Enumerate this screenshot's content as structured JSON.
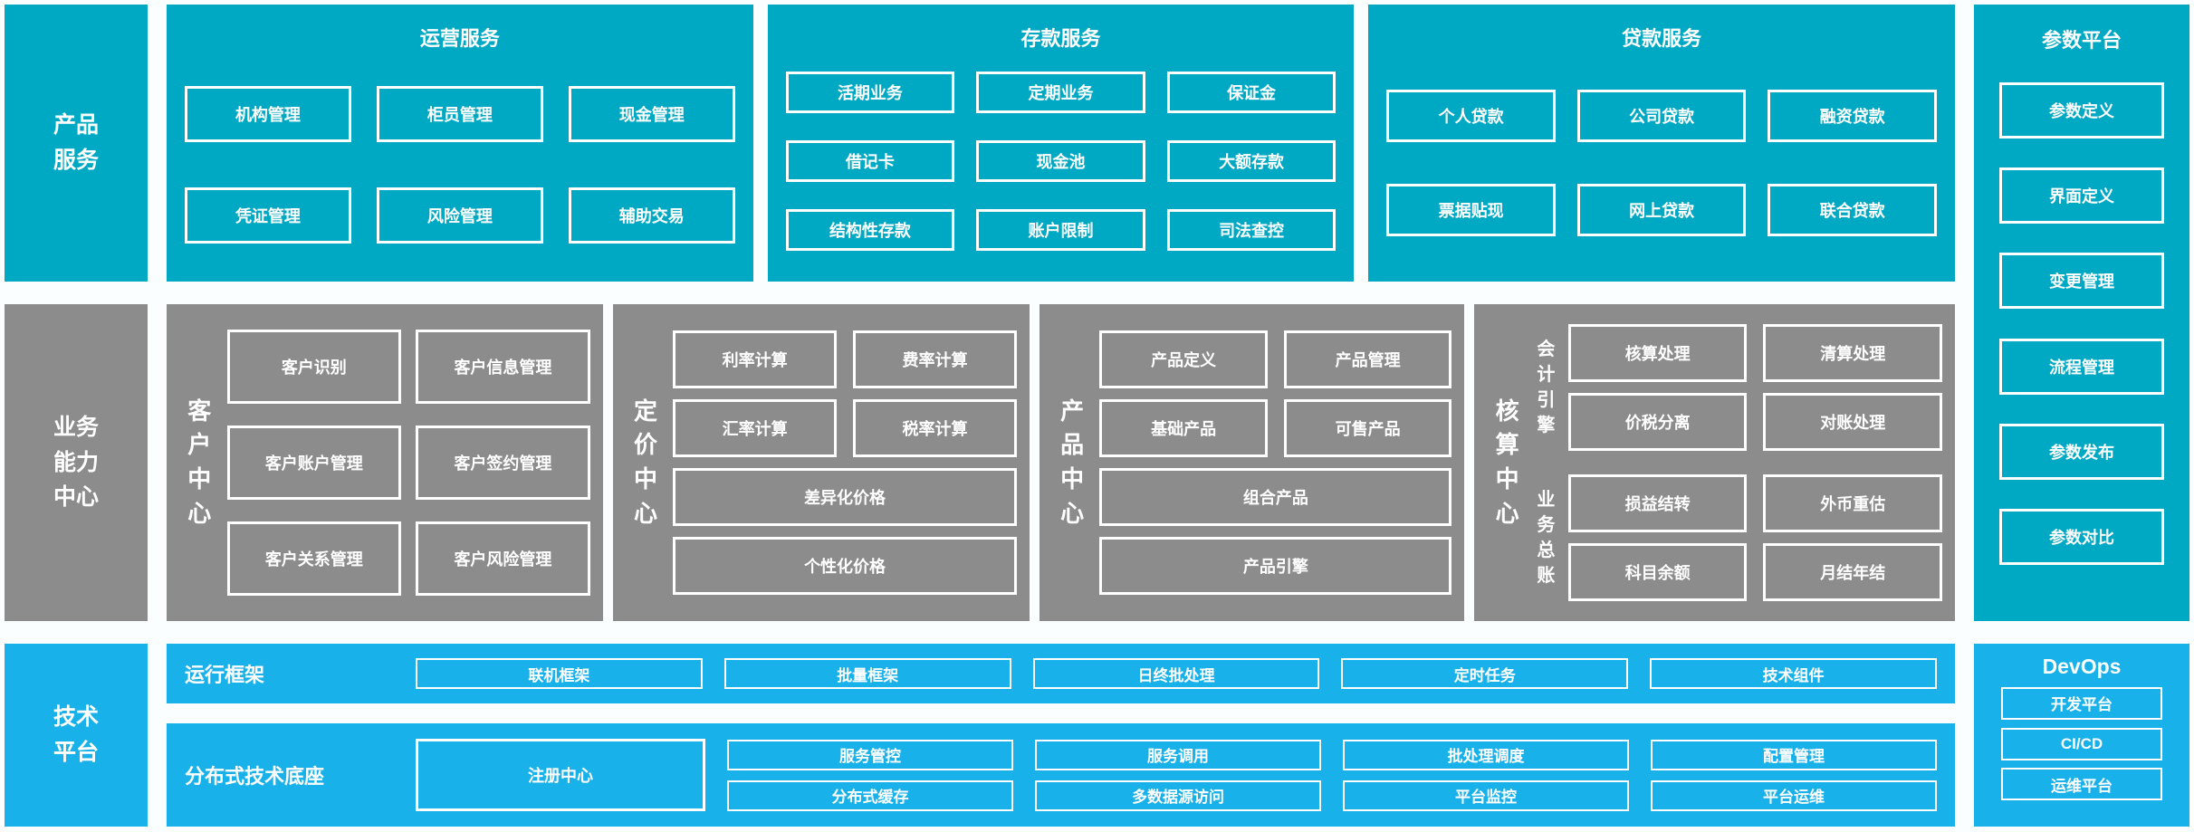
{
  "colors": {
    "teal": "#00A9C3",
    "gray": "#8C8C8C",
    "blue": "#18B1E9",
    "text": "#FFFFFF"
  },
  "left_rail": {
    "product_services": "产品服务",
    "business_capability": "业务能力中心",
    "tech_platform": "技术平台"
  },
  "operations": {
    "title": "运营服务",
    "items": [
      "机构管理",
      "柜员管理",
      "现金管理",
      "凭证管理",
      "风险管理",
      "辅助交易"
    ]
  },
  "deposits": {
    "title": "存款服务",
    "items": [
      "活期业务",
      "定期业务",
      "保证金",
      "借记卡",
      "现金池",
      "大额存款",
      "结构性存款",
      "账户限制",
      "司法查控"
    ]
  },
  "loans": {
    "title": "贷款服务",
    "items": [
      "个人贷款",
      "公司贷款",
      "融资贷款",
      "票据贴现",
      "网上贷款",
      "联合贷款"
    ]
  },
  "param_platform": {
    "title": "参数平台",
    "items": [
      "参数定义",
      "界面定义",
      "变更管理",
      "流程管理",
      "参数发布",
      "参数对比"
    ]
  },
  "customer_center": {
    "label": "客户中心",
    "items": [
      "客户识别",
      "客户信息管理",
      "客户账户管理",
      "客户签约管理",
      "客户关系管理",
      "客户风险管理"
    ]
  },
  "pricing_center": {
    "label": "定价中心",
    "items": [
      "利率计算",
      "费率计算",
      "汇率计算",
      "税率计算"
    ],
    "wide_items": [
      "差异化价格",
      "个性化价格"
    ]
  },
  "product_center": {
    "label": "产品中心",
    "items": [
      "产品定义",
      "产品管理",
      "基础产品",
      "可售产品"
    ],
    "wide_items": [
      "组合产品",
      "产品引擎"
    ]
  },
  "accounting_center": {
    "label": "核算中心",
    "groups": [
      {
        "label": "会计引擎",
        "items": [
          "核算处理",
          "清算处理",
          "价税分离",
          "对账处理"
        ]
      },
      {
        "label": "业务总账",
        "items": [
          "损益结转",
          "外币重估",
          "科目余额",
          "月结年结"
        ]
      }
    ]
  },
  "runtime_framework": {
    "label": "运行框架",
    "items": [
      "联机框架",
      "批量框架",
      "日终批处理",
      "定时任务",
      "技术组件"
    ]
  },
  "distributed_base": {
    "label": "分布式技术底座",
    "registry": "注册中心",
    "columns": [
      [
        "服务管控",
        "分布式缓存"
      ],
      [
        "服务调用",
        "多数据源访问"
      ],
      [
        "批处理调度",
        "平台监控"
      ],
      [
        "配置管理",
        "平台运维"
      ]
    ]
  },
  "devops": {
    "title": "DevOps",
    "items": [
      "开发平台",
      "CI/CD",
      "运维平台"
    ]
  }
}
